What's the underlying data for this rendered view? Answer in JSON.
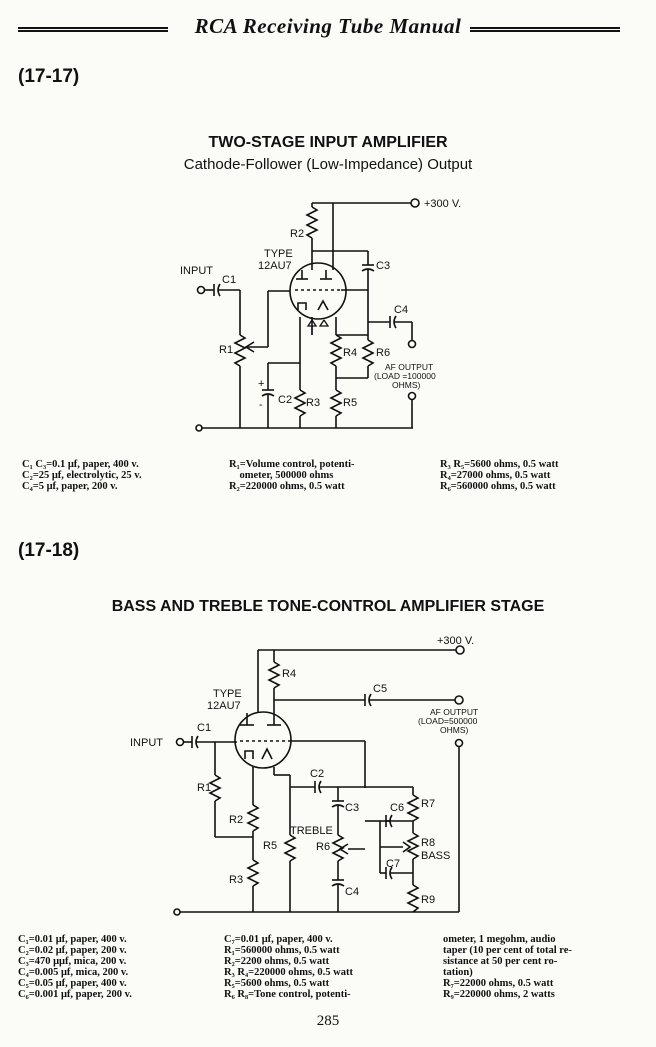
{
  "header": {
    "title": "RCA Receiving Tube Manual"
  },
  "figures": [
    {
      "id": "(17-17)",
      "title": "TWO-STAGE INPUT AMPLIFIER",
      "subtitle": "Cathode-Follower (Low-Impedance) Output",
      "labels": {
        "supply": "+300 V.",
        "type": "TYPE",
        "tube": "12AU7",
        "input": "INPUT",
        "c1": "C1",
        "c2": "C2",
        "c3": "C3",
        "c4": "C4",
        "r1": "R1",
        "r2": "R2",
        "r3": "R3",
        "r4": "R4",
        "r5": "R5",
        "r6": "R6",
        "out1": "AF OUTPUT",
        "out2": "(LOAD =100000",
        "out3": "OHMS)",
        "plus": "+",
        "minus": "-"
      },
      "legend": [
        "C₁ C₃=0.1 μf, paper, 400 v.\nC₂=25 μf, electrolytic, 25 v.\nC₄=5 μf, paper, 200 v.",
        "R₁=Volume control, potenti-\n    ometer, 500000 ohms\nR₂=220000 ohms, 0.5 watt",
        "R₃ R₅=5600 ohms, 0.5 watt\nR₄=27000 ohms, 0.5 watt\nR₆=560000 ohms, 0.5 watt"
      ]
    },
    {
      "id": "(17-18)",
      "title": "BASS AND TREBLE TONE-CONTROL AMPLIFIER STAGE",
      "labels": {
        "supply": "+300 V.",
        "type": "TYPE",
        "tube": "12AU7",
        "input": "INPUT",
        "c1": "C1",
        "c2": "C2",
        "c3": "C3",
        "c4": "C4",
        "c5": "C5",
        "c6": "C6",
        "c7": "C7",
        "r1": "R1",
        "r2": "R2",
        "r3": "R3",
        "r4": "R4",
        "r5": "R5",
        "r6": "R6",
        "r7": "R7",
        "r8": "R8",
        "r9": "R9",
        "treble": "TREBLE",
        "bass": "BASS",
        "out1": "AF OUTPUT",
        "out2": "(LOAD=500000",
        "out3": "OHMS)"
      },
      "legend": [
        "C₁=0.01 μf, paper, 400 v.\nC₂=0.02 μf, paper, 200 v.\nC₃=470 μμf, mica, 200 v.\nC₄=0.005 μf, mica, 200 v.\nC₅=0.05 μf, paper, 400 v.\nC₆=0.001 μf, paper, 200 v.",
        "C₇=0.01 μf, paper, 400 v.\nR₁=560000 ohms, 0.5 watt\nR₂=2200 ohms, 0.5 watt\nR₃ R₄=220000 ohms, 0.5 watt\nR₅=5600 ohms, 0.5 watt\nR₆ R₈=Tone control, potenti-",
        "ometer, 1 megohm, audio\ntaper (10 per cent of total re-\nsistance at 50 per cent ro-\ntation)\nR₇=22000 ohms, 0.5 watt\nR₉=220000 ohms, 2 watts"
      ]
    }
  ],
  "page_number": "285"
}
